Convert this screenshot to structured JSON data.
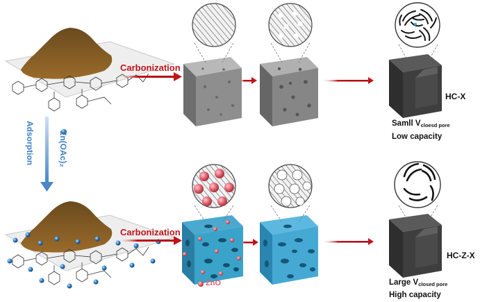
{
  "labels": {
    "carbonization_top": "Carbonization",
    "carbonization_bottom": "Carbonization",
    "adsorption": "Adsorption",
    "zn_salt": "Zn(OAc)₂",
    "zno_legend": "ZnO",
    "hc_x": "HC-X",
    "hc_z_x": "HC-Z-X",
    "v_top_prefix": "Samll V",
    "v_top_sub": "cloesd pore",
    "cap_top": "Low capacity",
    "v_bottom_prefix": "Large V",
    "v_bottom_sub": "closed pore",
    "cap_bottom": "High capacity"
  },
  "colors": {
    "arrow_red": "#c0141b",
    "arrow_blue": "#4a86c8",
    "zn_blue": "#3aa3c9",
    "zno_pink": "#e0606e",
    "cube_gray": "#8a8a8a",
    "product_dark": "#3a3a3a"
  }
}
